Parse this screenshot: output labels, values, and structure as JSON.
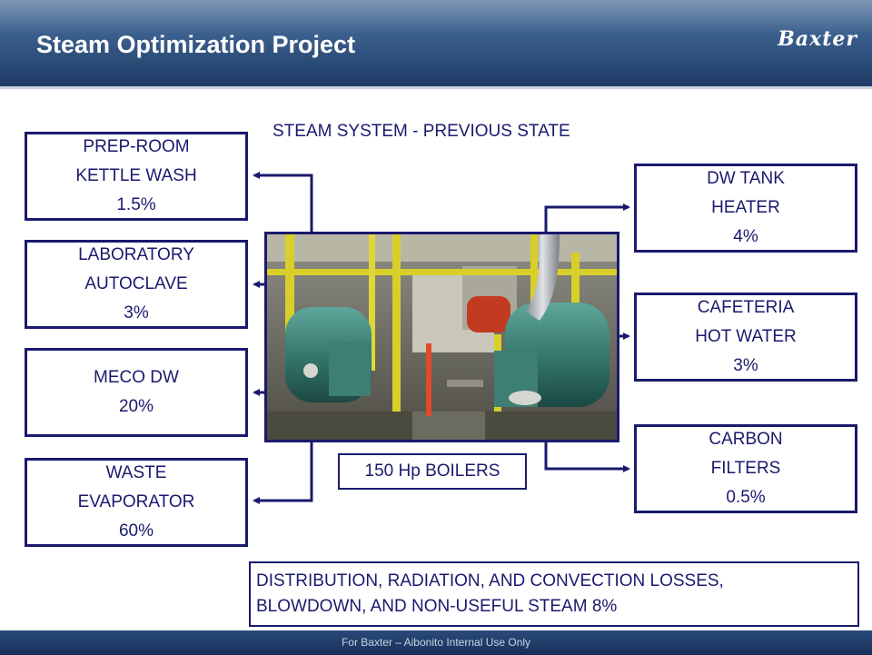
{
  "header": {
    "title": "Steam Optimization Project",
    "logo_text": "Baxter"
  },
  "diagram": {
    "heading": "STEAM SYSTEM - PREVIOUS STATE",
    "center": {
      "caption": "150 Hp BOILERS"
    },
    "left_boxes": [
      {
        "line1": "PREP-ROOM",
        "line2": "KETTLE WASH",
        "value": "1.5%"
      },
      {
        "line1": "LABORATORY",
        "line2": "AUTOCLAVE",
        "value": "3%"
      },
      {
        "line1": "MECO DW",
        "value": "20%"
      },
      {
        "line1": "WASTE",
        "line2": "EVAPORATOR",
        "value": "60%"
      }
    ],
    "right_boxes": [
      {
        "line1": "DW TANK",
        "line2": "HEATER",
        "value": "4%"
      },
      {
        "line1": "CAFETERIA",
        "line2": "HOT WATER",
        "value": "3%"
      },
      {
        "line1": "CARBON",
        "line2": "FILTERS",
        "value": "0.5%"
      }
    ],
    "losses": {
      "line1": "DISTRIBUTION, RADIATION, AND CONVECTION LOSSES,",
      "line2": "BLOWDOWN, AND NON-USEFUL STEAM   8%"
    }
  },
  "footer": {
    "text": "For Baxter – Aibonito Internal Use Only"
  },
  "colors": {
    "header": "#1f3b66",
    "box_border": "#1a1a6e",
    "text": "#1a1a6e"
  }
}
